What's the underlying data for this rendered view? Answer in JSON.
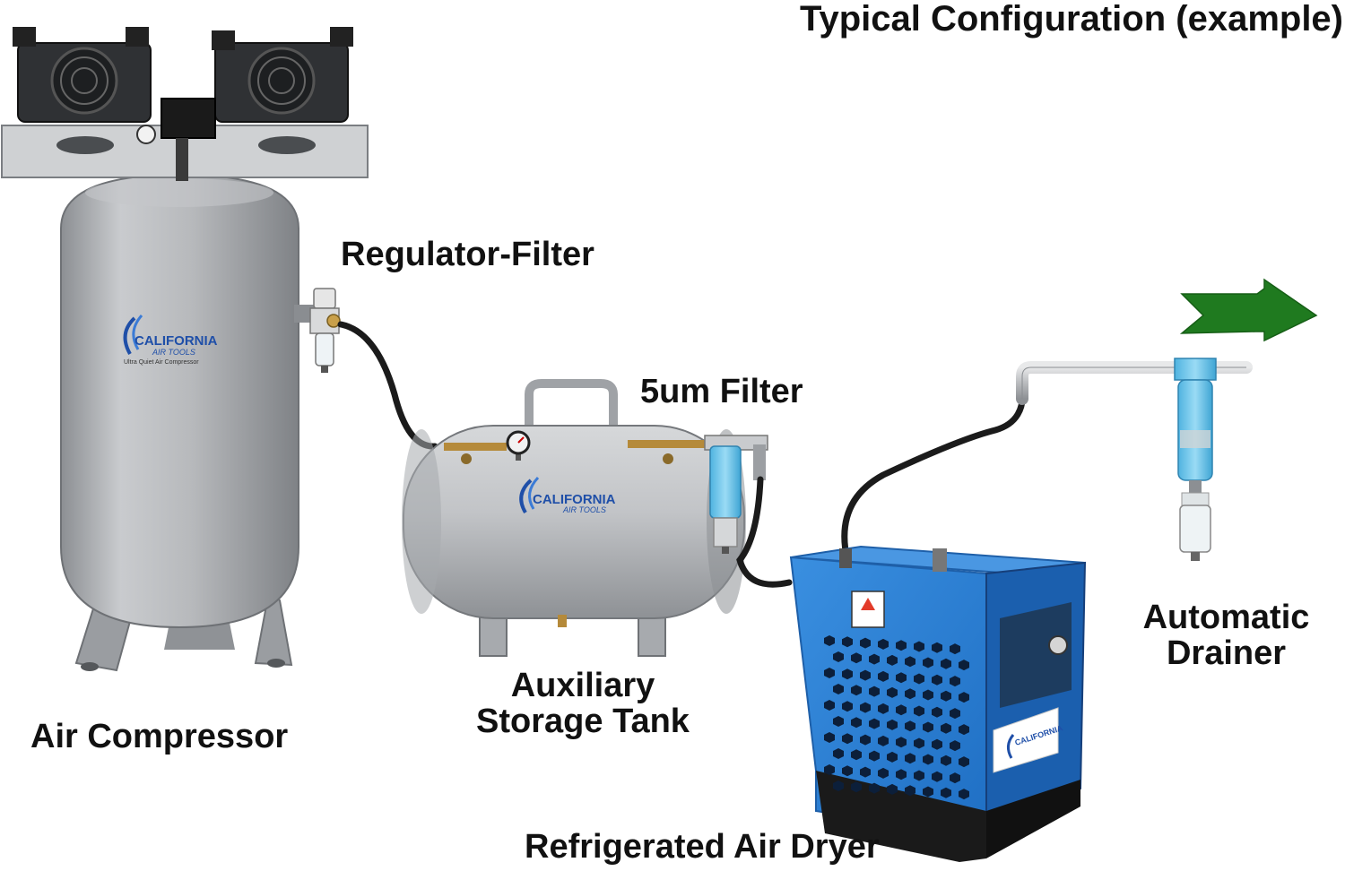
{
  "title": "Typical Configuration (example)",
  "labels": {
    "regulator_filter": "Regulator-Filter",
    "filter_5um": "5um Filter",
    "automatic_drainer_line1": "Automatic",
    "automatic_drainer_line2": "Drainer",
    "auxiliary_tank_line1": "Auxiliary",
    "auxiliary_tank_line2": "Storage Tank",
    "air_compressor": "Air Compressor",
    "refrigerated_air_dryer": "Refrigerated Air Dryer"
  },
  "brand": {
    "compressor_logo_line1": "CALIFORNIA",
    "compressor_logo_line2": "AIR TOOLS",
    "compressor_tagline": "Ultra Quiet Air Compressor",
    "tank_logo_line1": "CALIFORNIA",
    "tank_logo_line2": "AIR TOOLS",
    "dryer_logo": "CALIFORNIA"
  },
  "colors": {
    "tank_silver": "#b4b6b9",
    "dryer_blue": "#2a7fd4",
    "filter_blue": "#5cc0ea",
    "hose_black": "#1b1b1b",
    "arrow_green": "#1f7a1f",
    "brand_blue": "#1f4fa8"
  },
  "icons": {
    "flow_arrow": "right-arrow-icon",
    "warning": "warning-label-icon"
  }
}
